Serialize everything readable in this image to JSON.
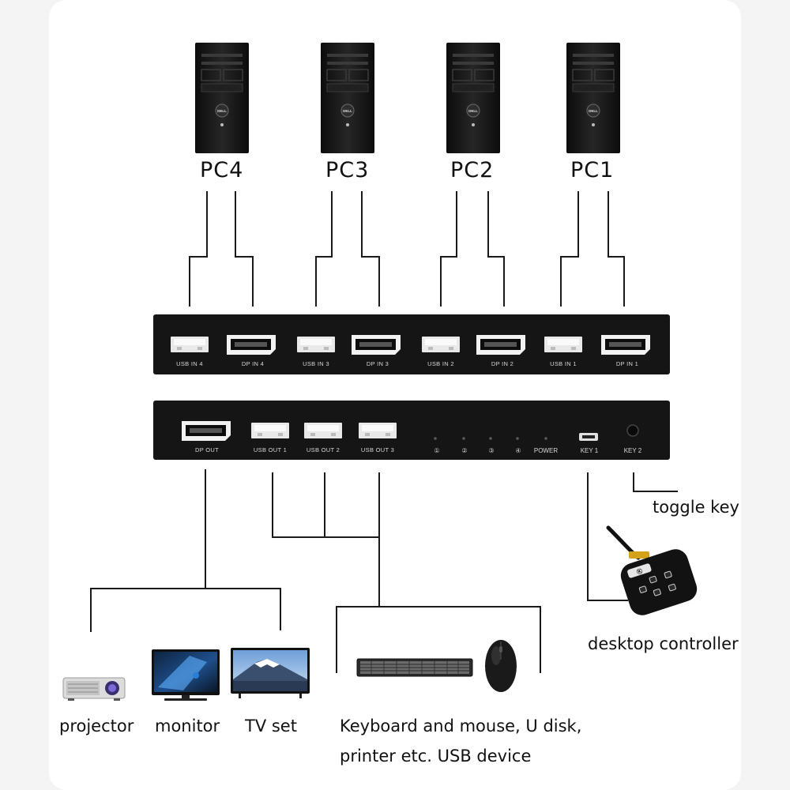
{
  "computers": [
    {
      "label": "PC4",
      "logo": "DELL"
    },
    {
      "label": "PC3",
      "logo": "DELL"
    },
    {
      "label": "PC2",
      "logo": "DELL"
    },
    {
      "label": "PC1",
      "logo": "DELL"
    }
  ],
  "input_panel": {
    "ports": [
      "USB IN 4",
      "DP IN 4",
      "USB IN 3",
      "DP IN 3",
      "USB IN 2",
      "DP IN 2",
      "USB IN 1",
      "DP IN 1"
    ]
  },
  "output_panel": {
    "ports": [
      "DP OUT",
      "USB OUT 1",
      "USB OUT 2",
      "USB OUT 3"
    ],
    "leds": [
      "①",
      "②",
      "③",
      "④",
      "POWER"
    ],
    "keys": [
      "KEY 1",
      "KEY 2"
    ]
  },
  "devices": {
    "toggle_key": "toggle key",
    "desktop_controller": "desktop controller",
    "controller_badge": "Ⓚ",
    "projector": "projector",
    "monitor": "monitor",
    "tv": "TV set",
    "usb_line1": "Keyboard and mouse, U disk,",
    "usb_line2": "printer etc. USB device"
  },
  "colors": {
    "panel": "#151515",
    "wire": "#1a1a1a",
    "port_fill": "#f0f0f0"
  }
}
